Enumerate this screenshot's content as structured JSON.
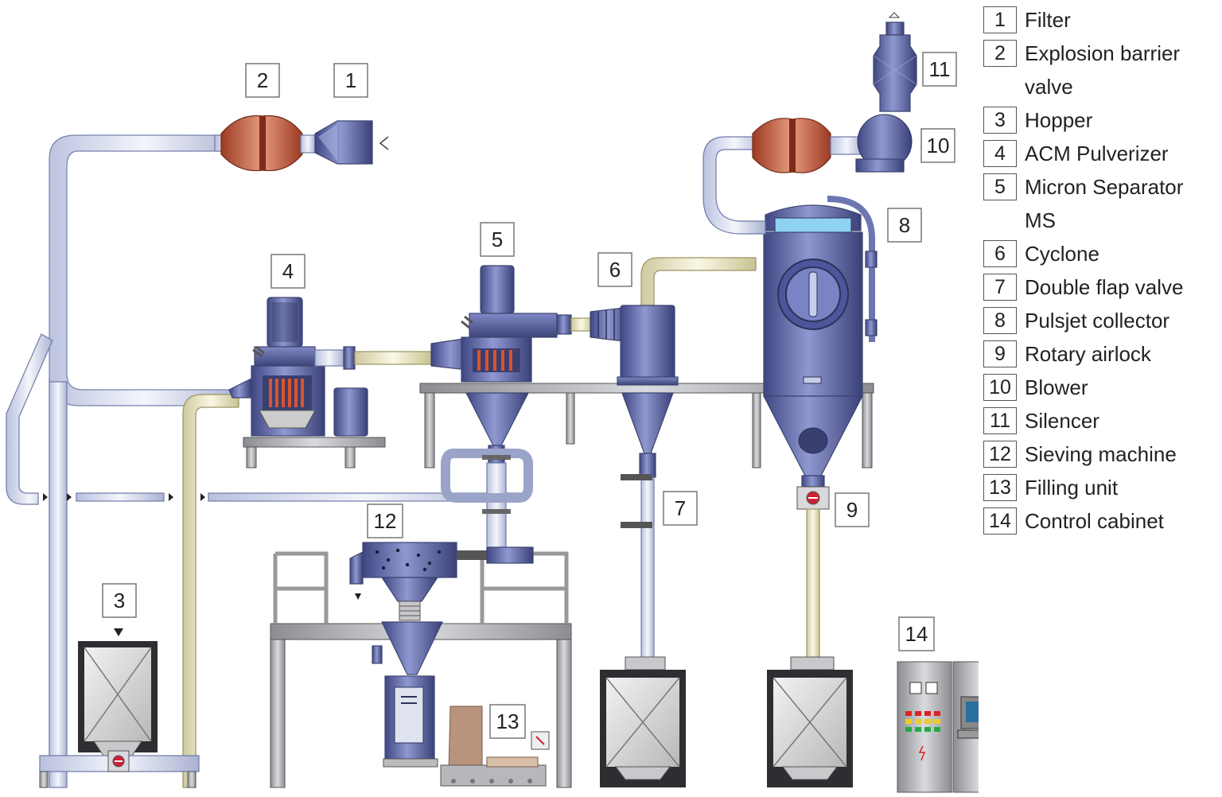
{
  "legend": [
    {
      "num": "1",
      "label": "Filter"
    },
    {
      "num": "2",
      "label": "Explosion barrier valve"
    },
    {
      "num": "3",
      "label": "Hopper"
    },
    {
      "num": "4",
      "label": "ACM Pulverizer"
    },
    {
      "num": "5",
      "label": "Micron Separator MS"
    },
    {
      "num": "6",
      "label": "Cyclone"
    },
    {
      "num": "7",
      "label": "Double flap valve"
    },
    {
      "num": "8",
      "label": "Pulsjet collector"
    },
    {
      "num": "9",
      "label": "Rotary airlock"
    },
    {
      "num": "10",
      "label": "Blower"
    },
    {
      "num": "11",
      "label": "Silencer"
    },
    {
      "num": "12",
      "label": "Sieving machine"
    },
    {
      "num": "13",
      "label": "Filling unit"
    },
    {
      "num": "14",
      "label": "Control cabinet"
    }
  ],
  "tags": {
    "t1": "1",
    "t2": "2",
    "t3": "3",
    "t4": "4",
    "t5": "5",
    "t6": "6",
    "t7": "7",
    "t8": "8",
    "t9": "9",
    "t10": "10",
    "t11": "11",
    "t12": "12",
    "t13": "13",
    "t14": "14"
  },
  "colors": {
    "steel": "#5d67a8",
    "pipe": "#dfe4f2",
    "pipe_yellow": "#efeccb",
    "copper": "#c7573a",
    "frame": "#a9aaae"
  },
  "icons": {
    "flow_marker": "triangle-arrow",
    "valve": "butterfly-valve"
  }
}
